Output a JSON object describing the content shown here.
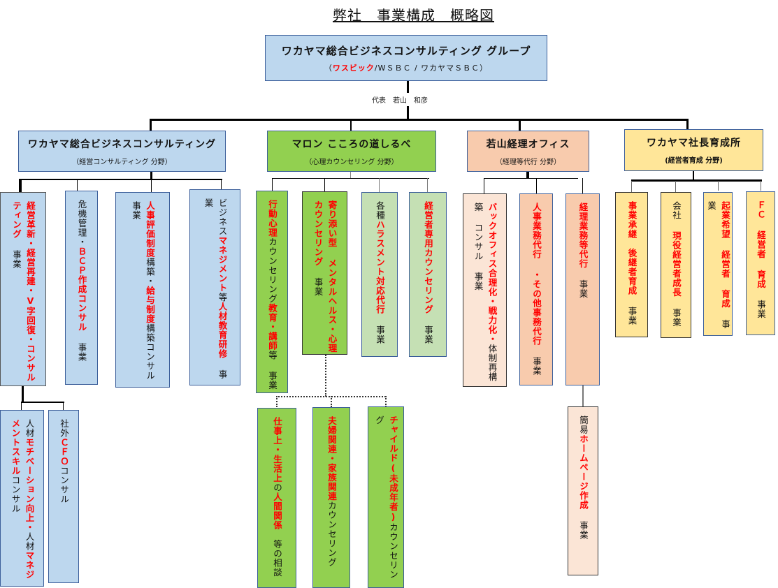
{
  "title": "弊社　事業構成　概略図",
  "root": {
    "name": "ワカヤマ総合ビジネスコンサルティング グループ",
    "sub_prefix": "（",
    "sub_red": "ワスビック",
    "sub_rest": "/WＳＢＣ / ワカヤマＳＢＣ）",
    "representative": "代表　若山　和彦"
  },
  "divisions": [
    {
      "name": "ワカヤマ総合ビジネスコンサルティング",
      "sub": "（経営コンサルティング 分野）",
      "color": "#bdd7ee",
      "items": [
        {
          "parts": [
            {
              "t": "経営革新・経営再建・V字回復・",
              "red": true
            },
            {
              "t": "コンサルティング",
              "red": true
            },
            {
              "t": " 事業",
              "red": false
            }
          ]
        },
        {
          "parts": [
            {
              "t": "危機管理・",
              "red": false
            },
            {
              "t": "ＢＣＰ作成コンサル",
              "red": true
            },
            {
              "t": " 事業",
              "red": false
            }
          ]
        },
        {
          "parts": [
            {
              "t": "人事評価制度",
              "red": true
            },
            {
              "t": "構築・",
              "red": false
            },
            {
              "t": "給与制度",
              "red": true
            },
            {
              "t": "構築コンサル 事業",
              "red": false
            }
          ]
        },
        {
          "parts": [
            {
              "t": "ビジネス",
              "red": false
            },
            {
              "t": "マネジメント",
              "red": true
            },
            {
              "t": "等",
              "red": false
            },
            {
              "t": "人材教育研修",
              "red": true
            },
            {
              "t": " 事業",
              "red": false
            }
          ]
        }
      ],
      "sub_items": [
        {
          "parts": [
            {
              "t": "人材",
              "red": false
            },
            {
              "t": "モチベーション向上・",
              "red": true
            },
            {
              "t": "人材",
              "red": false
            },
            {
              "t": "マネジメントスキル",
              "red": true
            },
            {
              "t": "コンサル",
              "red": false
            }
          ]
        },
        {
          "parts": [
            {
              "t": "社外",
              "red": false
            },
            {
              "t": "ＣＦＯ",
              "red": true
            },
            {
              "t": "コンサル",
              "red": false
            }
          ]
        }
      ]
    },
    {
      "name": "マロン こころの道しるべ",
      "sub": "（心理カウンセリング 分野）",
      "color": "#92d050",
      "items": [
        {
          "parts": [
            {
              "t": "行動心理",
              "red": true
            },
            {
              "t": "カウンセリング",
              "red": false
            },
            {
              "t": "教育・講師",
              "red": true
            },
            {
              "t": "等 事業",
              "red": false
            }
          ]
        },
        {
          "parts": [
            {
              "t": "寄り添い型 メンタルヘルス・",
              "red": true
            },
            {
              "t": "心理カウンセリング",
              "red": true
            },
            {
              "t": " 事業",
              "red": false
            }
          ]
        },
        {
          "parts": [
            {
              "t": "各種",
              "red": false
            },
            {
              "t": "ハラスメント対応代行",
              "red": true
            },
            {
              "t": " 事業",
              "red": false
            }
          ]
        },
        {
          "parts": [
            {
              "t": "経営者専用カウンセリング",
              "red": true
            },
            {
              "t": " 事業",
              "red": false
            }
          ]
        }
      ],
      "sub_items": [
        {
          "parts": [
            {
              "t": "仕事上・生活上",
              "red": true
            },
            {
              "t": "の",
              "red": false
            },
            {
              "t": "人間関係",
              "red": true
            },
            {
              "t": "　等の相談",
              "red": false
            }
          ]
        },
        {
          "parts": [
            {
              "t": "夫婦関連・家族関連",
              "red": true
            },
            {
              "t": "カウンセリング",
              "red": false
            }
          ]
        },
        {
          "parts": [
            {
              "t": "チャイルド(未成年者)",
              "red": true
            },
            {
              "t": "カウンセリング",
              "red": false
            }
          ]
        }
      ]
    },
    {
      "name": "若山経理オフィス",
      "sub": "（経理等代行 分野）",
      "color": "#f8cbad",
      "items": [
        {
          "parts": [
            {
              "t": "バックオフィス合理化・戦力化・",
              "red": true
            },
            {
              "t": "体制再構築 コンサル 事業",
              "red": false
            }
          ]
        },
        {
          "parts": [
            {
              "t": "人事業務代行 ・その他事務代行",
              "red": true
            },
            {
              "t": " 事業",
              "red": false
            }
          ]
        },
        {
          "parts": [
            {
              "t": "経理業務等代行",
              "red": true
            },
            {
              "t": " 事業",
              "red": false
            }
          ]
        }
      ],
      "sub_items": [
        {
          "parts": [
            {
              "t": "簡易",
              "red": false
            },
            {
              "t": "ホームページ作成",
              "red": true
            },
            {
              "t": " 事業",
              "red": false
            }
          ]
        }
      ]
    },
    {
      "name": "ワカヤマ社長育成所",
      "sub": "(経営者育成 分野)",
      "color": "#ffe699",
      "items": [
        {
          "parts": [
            {
              "t": "事業承継　後継者育成",
              "red": true
            },
            {
              "t": " 事業",
              "red": false
            }
          ]
        },
        {
          "parts": [
            {
              "t": "会社",
              "red": false
            },
            {
              "t": " 現役経営者成長",
              "red": true
            },
            {
              "t": " 事業",
              "red": false
            }
          ]
        },
        {
          "parts": [
            {
              "t": "起業希望 経営者 育成",
              "red": true
            },
            {
              "t": " 事業",
              "red": false
            }
          ]
        },
        {
          "parts": [
            {
              "t": "ＦＣ 経営者 育成",
              "red": true
            },
            {
              "t": " 事業",
              "red": false
            }
          ]
        }
      ]
    }
  ]
}
